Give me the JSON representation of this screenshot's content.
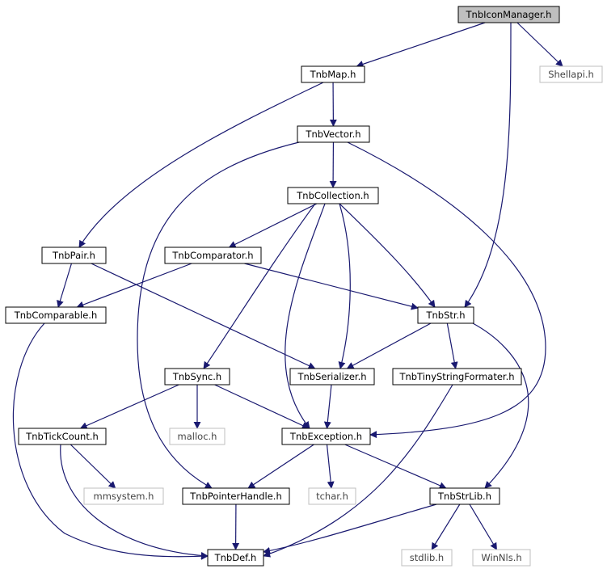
{
  "diagram": {
    "nodes": [
      {
        "id": "TnbIconManager",
        "label": "TnbIconManager.h",
        "style": "root"
      },
      {
        "id": "TnbMap",
        "label": "TnbMap.h",
        "style": "internal"
      },
      {
        "id": "Shellapi",
        "label": "Shellapi.h",
        "style": "external"
      },
      {
        "id": "TnbVector",
        "label": "TnbVector.h",
        "style": "internal"
      },
      {
        "id": "TnbCollection",
        "label": "TnbCollection.h",
        "style": "internal"
      },
      {
        "id": "TnbPair",
        "label": "TnbPair.h",
        "style": "internal"
      },
      {
        "id": "TnbComparator",
        "label": "TnbComparator.h",
        "style": "internal"
      },
      {
        "id": "TnbComparable",
        "label": "TnbComparable.h",
        "style": "internal"
      },
      {
        "id": "TnbStr",
        "label": "TnbStr.h",
        "style": "internal"
      },
      {
        "id": "TnbSync",
        "label": "TnbSync.h",
        "style": "internal"
      },
      {
        "id": "TnbSerializer",
        "label": "TnbSerializer.h",
        "style": "internal"
      },
      {
        "id": "TnbTinyStringFormater",
        "label": "TnbTinyStringFormater.h",
        "style": "internal"
      },
      {
        "id": "TnbTickCount",
        "label": "TnbTickCount.h",
        "style": "internal"
      },
      {
        "id": "malloc",
        "label": "malloc.h",
        "style": "external"
      },
      {
        "id": "TnbException",
        "label": "TnbException.h",
        "style": "internal"
      },
      {
        "id": "mmsystem",
        "label": "mmsystem.h",
        "style": "external"
      },
      {
        "id": "TnbPointerHandle",
        "label": "TnbPointerHandle.h",
        "style": "internal"
      },
      {
        "id": "tchar",
        "label": "tchar.h",
        "style": "external"
      },
      {
        "id": "TnbStrLib",
        "label": "TnbStrLib.h",
        "style": "internal"
      },
      {
        "id": "TnbDef",
        "label": "TnbDef.h",
        "style": "internal"
      },
      {
        "id": "stdlib",
        "label": "stdlib.h",
        "style": "external"
      },
      {
        "id": "WinNls",
        "label": "WinNls.h",
        "style": "external"
      }
    ],
    "edges": [
      [
        "TnbIconManager",
        "TnbMap"
      ],
      [
        "TnbIconManager",
        "Shellapi"
      ],
      [
        "TnbIconManager",
        "TnbStr"
      ],
      [
        "TnbMap",
        "TnbVector"
      ],
      [
        "TnbMap",
        "TnbPair"
      ],
      [
        "TnbVector",
        "TnbCollection"
      ],
      [
        "TnbVector",
        "TnbPointerHandle"
      ],
      [
        "TnbVector",
        "TnbException"
      ],
      [
        "TnbCollection",
        "TnbComparator"
      ],
      [
        "TnbCollection",
        "TnbStr"
      ],
      [
        "TnbCollection",
        "TnbSync"
      ],
      [
        "TnbCollection",
        "TnbSerializer"
      ],
      [
        "TnbCollection",
        "TnbException"
      ],
      [
        "TnbPair",
        "TnbComparable"
      ],
      [
        "TnbPair",
        "TnbSerializer"
      ],
      [
        "TnbComparator",
        "TnbComparable"
      ],
      [
        "TnbComparator",
        "TnbStr"
      ],
      [
        "TnbComparable",
        "TnbDef"
      ],
      [
        "TnbStr",
        "TnbSerializer"
      ],
      [
        "TnbStr",
        "TnbTinyStringFormater"
      ],
      [
        "TnbStr",
        "TnbStrLib"
      ],
      [
        "TnbSync",
        "TnbTickCount"
      ],
      [
        "TnbSync",
        "malloc"
      ],
      [
        "TnbSync",
        "TnbException"
      ],
      [
        "TnbSerializer",
        "TnbException"
      ],
      [
        "TnbTinyStringFormater",
        "TnbDef"
      ],
      [
        "TnbTickCount",
        "mmsystem"
      ],
      [
        "TnbTickCount",
        "TnbDef"
      ],
      [
        "TnbException",
        "TnbPointerHandle"
      ],
      [
        "TnbException",
        "tchar"
      ],
      [
        "TnbException",
        "TnbStrLib"
      ],
      [
        "TnbPointerHandle",
        "TnbDef"
      ],
      [
        "TnbStrLib",
        "TnbDef"
      ],
      [
        "TnbStrLib",
        "stdlib"
      ],
      [
        "TnbStrLib",
        "WinNls"
      ]
    ],
    "colors": {
      "edge": "#191970",
      "root_fill": "#bfbfbf",
      "internal_border": "#000000",
      "external_border": "#bfbfbf",
      "background": "#ffffff"
    }
  }
}
